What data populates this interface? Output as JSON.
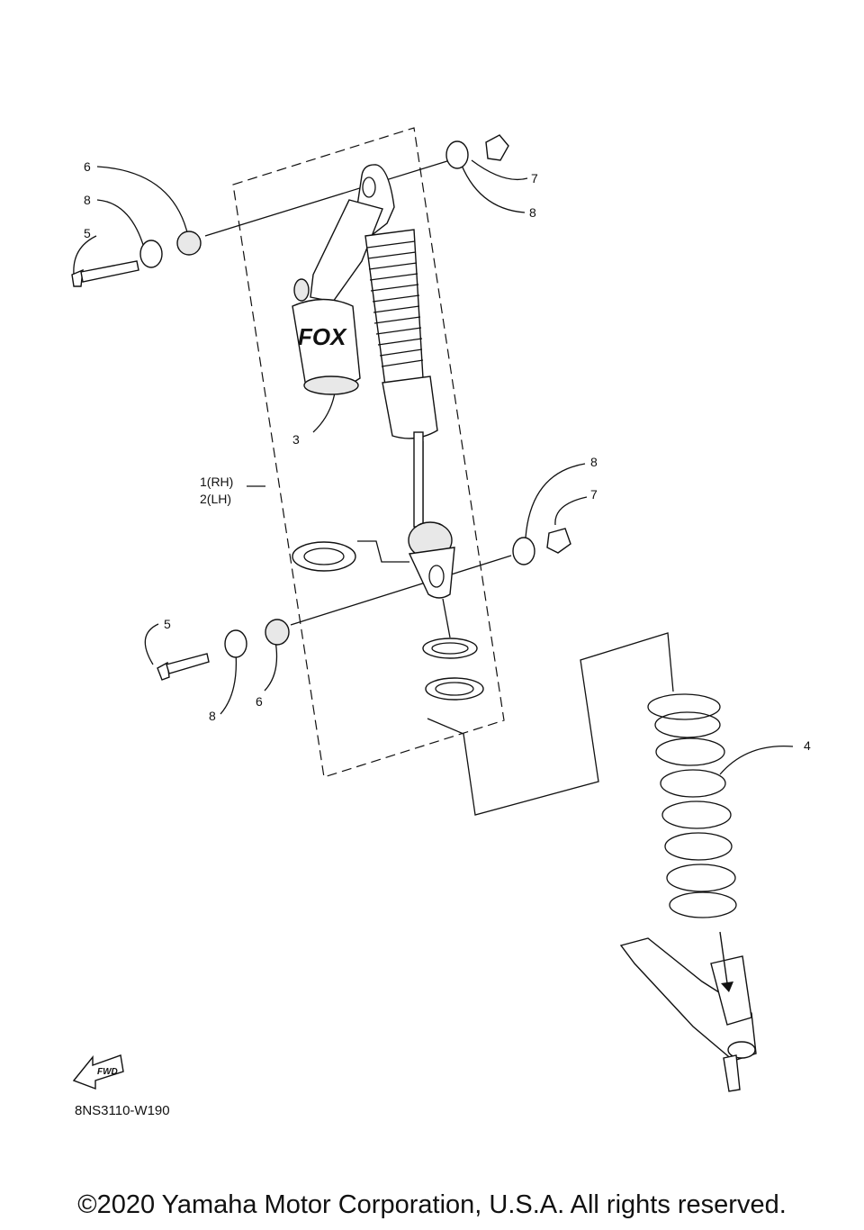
{
  "diagram_code": "8NS3110-W190",
  "fwd_label": "FWD",
  "copyright": "©2020 Yamaha Motor Corporation, U.S.A. All rights reserved.",
  "callouts": {
    "c6_top": "6",
    "c8_top": "8",
    "c5_top": "5",
    "c7_top": "7",
    "c8_top_r": "8",
    "c3": "3",
    "c1": "1(RH)",
    "c2": "2(LH)",
    "c8_mid": "8",
    "c7_mid": "7",
    "c5_bot": "5",
    "c8_bot": "8",
    "c6_bot": "6",
    "c4": "4"
  }
}
